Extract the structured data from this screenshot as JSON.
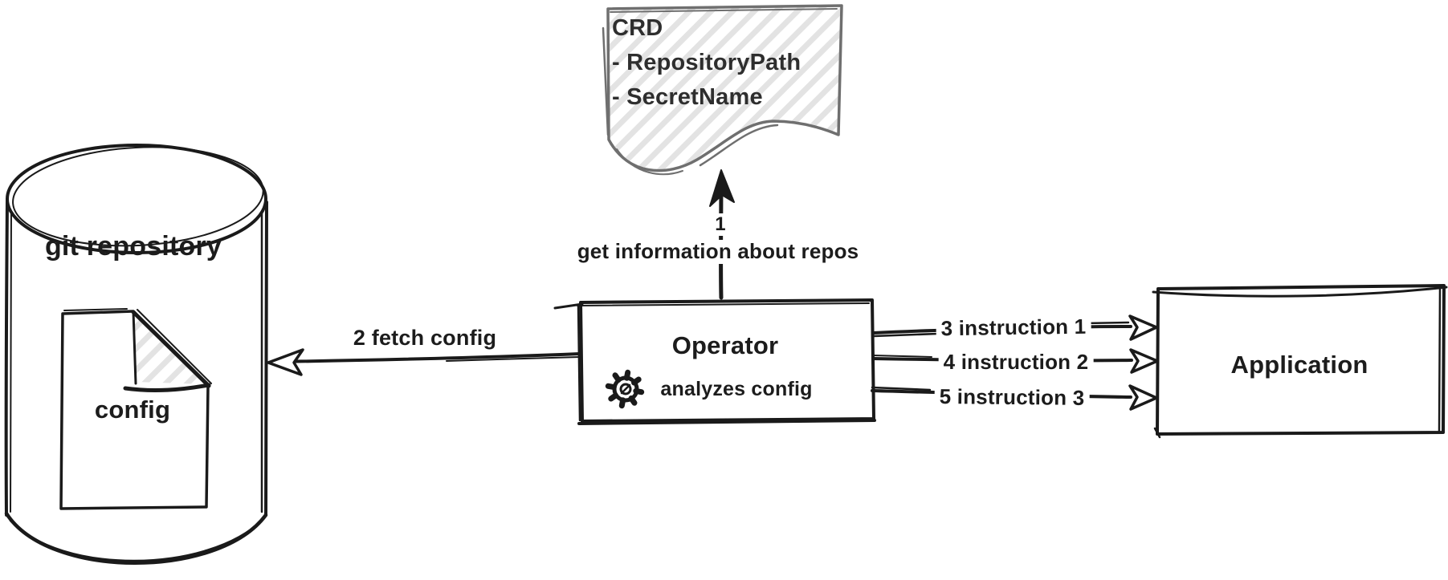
{
  "colors": {
    "ink": "#1a1a1a",
    "crd_ink": "#6f6f6f",
    "hatch": "#e3e3e3",
    "background": "#ffffff"
  },
  "nodes": {
    "git_repository": {
      "label": "git repository"
    },
    "config": {
      "label": "config"
    },
    "crd": {
      "title": "CRD",
      "fields": [
        "- RepositoryPath",
        "- SecretName"
      ]
    },
    "operator": {
      "title": "Operator",
      "subtitle": "analyzes config",
      "icon": "gear-icon"
    },
    "application": {
      "label": "Application"
    }
  },
  "edges": {
    "get_info": {
      "number": "1",
      "label": "get information about repos"
    },
    "fetch_config": {
      "label": "2 fetch config"
    },
    "instruction_1": {
      "label": "3 instruction 1"
    },
    "instruction_2": {
      "label": "4 instruction 2"
    },
    "instruction_3": {
      "label": "5 instruction 3"
    }
  }
}
